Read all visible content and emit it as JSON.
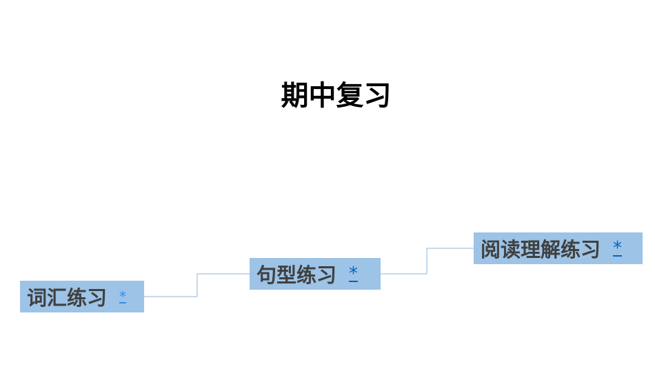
{
  "title": "期中复习",
  "items": [
    {
      "label": "词汇练习",
      "link": "*"
    },
    {
      "label": "句型练习",
      "link": "*"
    },
    {
      "label": "阅读理解练习",
      "link": "*"
    }
  ]
}
